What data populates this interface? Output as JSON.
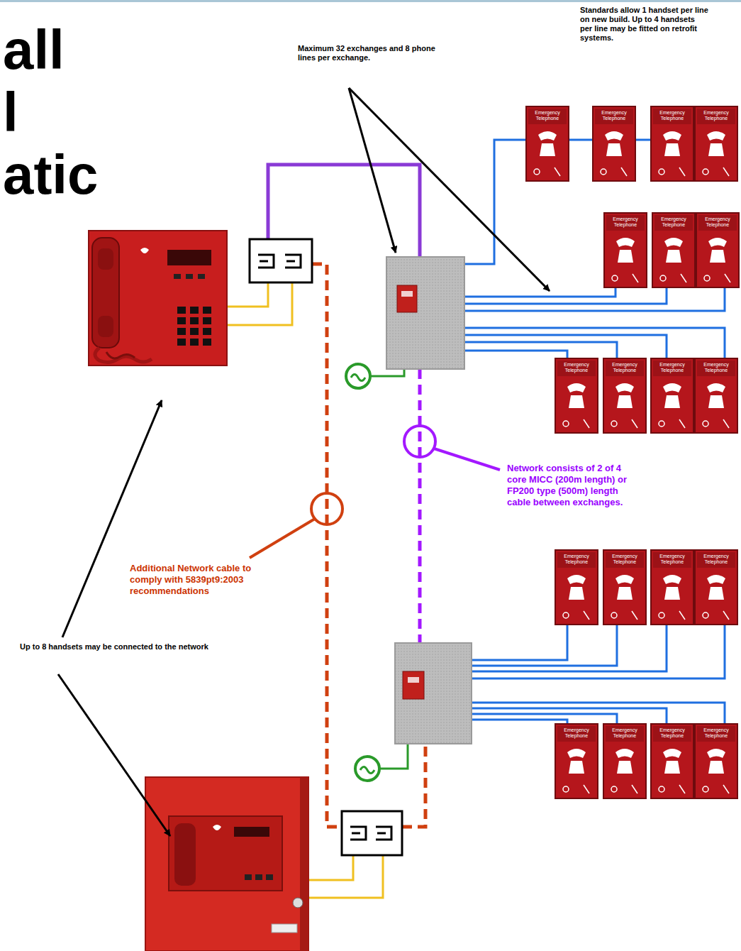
{
  "diagram": {
    "title": "all l atic",
    "labels": [
      "Standards allow 1 handset per line on new build. Up to 4 handsets per line may be fitted on retrofit systems.",
      "Maximum 32 exchanges and 8 phone lines per exchange.",
      "Emergency Telephone",
      "Emergency Telephone",
      "Emergency Telephone",
      "Emergency Telephone",
      "Emergency Telephone",
      "Emergency Telephone",
      "Emergency Telephone",
      "Emergency Telephone",
      "Emergency Telephone",
      "Emergency Telephone",
      "Emergency Telephone",
      "Network consists of 2 of 4 core MICC (200m length) or FP200 type (500m) length cable between exchanges.",
      "Emergency Telephone",
      "Emergency Telephone",
      "Emergency Telephone",
      "Emergency Telephone",
      "Additional Network cable to comply with 5839pt9:2003 recommendations",
      "Up to 8 handsets may be connected to the network",
      "Emergency Telephone",
      "Emergency Telephone",
      "Emergency Telephone",
      "Emergency Telephone"
    ]
  }
}
